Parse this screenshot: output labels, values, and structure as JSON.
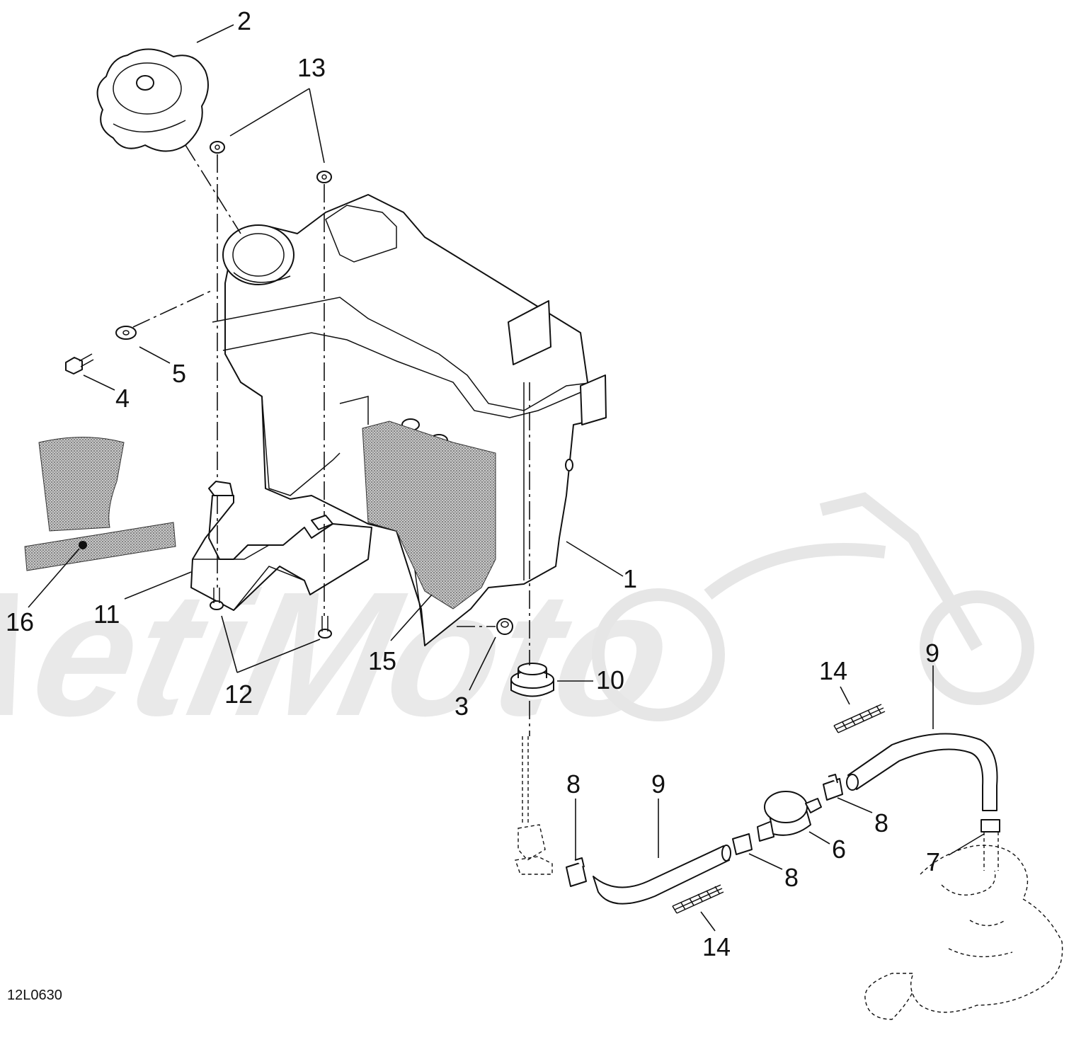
{
  "figure_code": "12L0630",
  "watermark": {
    "text": "AetiMoto",
    "color": "#e9e9e9"
  },
  "callouts": [
    {
      "id": "1",
      "label": "1"
    },
    {
      "id": "2",
      "label": "2"
    },
    {
      "id": "3",
      "label": "3"
    },
    {
      "id": "4",
      "label": "4"
    },
    {
      "id": "5",
      "label": "5"
    },
    {
      "id": "6",
      "label": "6"
    },
    {
      "id": "7",
      "label": "7"
    },
    {
      "id": "8a",
      "label": "8"
    },
    {
      "id": "8b",
      "label": "8"
    },
    {
      "id": "8c",
      "label": "8"
    },
    {
      "id": "9a",
      "label": "9"
    },
    {
      "id": "9b",
      "label": "9"
    },
    {
      "id": "10",
      "label": "10"
    },
    {
      "id": "11",
      "label": "11"
    },
    {
      "id": "12",
      "label": "12"
    },
    {
      "id": "13",
      "label": "13"
    },
    {
      "id": "14a",
      "label": "14"
    },
    {
      "id": "14b",
      "label": "14"
    },
    {
      "id": "15",
      "label": "15"
    },
    {
      "id": "16",
      "label": "16"
    }
  ],
  "colors": {
    "line": "#111111",
    "shading": "#8c8c8c",
    "background": "#ffffff"
  }
}
